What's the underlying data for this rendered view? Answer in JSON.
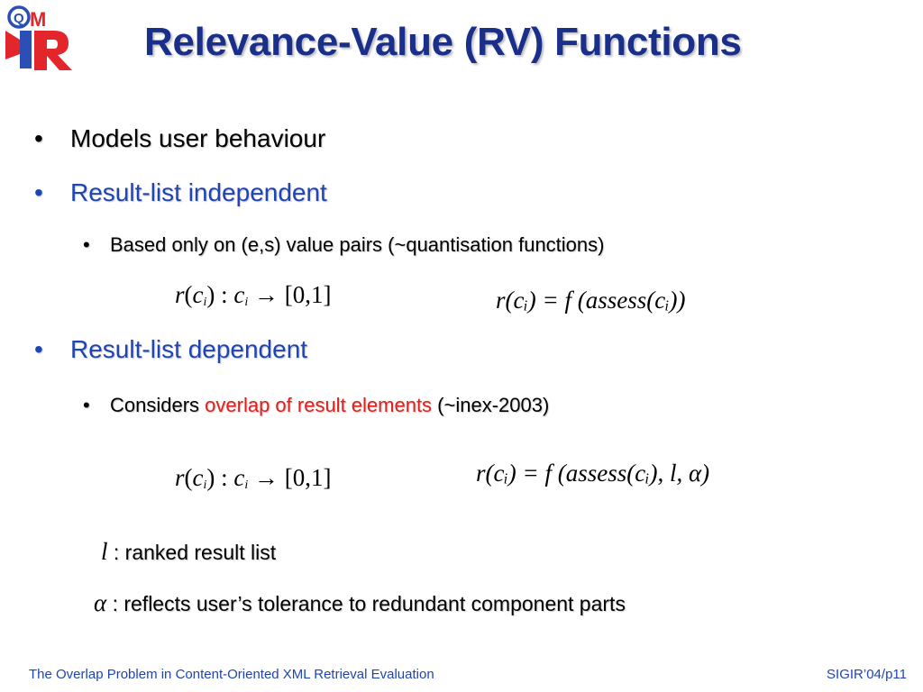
{
  "logo": {
    "icon": "qmir-logo",
    "letters": "QM IR",
    "colors": {
      "red": "#e3262b",
      "blue": "#2b4fb5"
    }
  },
  "title": "Relevance-Value (RV) Functions",
  "bullets": {
    "b1": {
      "marker": "•",
      "text": "Models user behaviour"
    },
    "b2": {
      "marker": "•",
      "text": "Result-list independent"
    },
    "b2_sub": {
      "marker": "•",
      "text": "Based only on (e,s) value pairs (~quantisation functions)"
    },
    "b3": {
      "marker": "•",
      "text": "Result-list dependent"
    },
    "b3_sub": {
      "marker": "•",
      "text_before": "Considers ",
      "highlight": "overlap of result elements",
      "text_after": " (~inex-2003)"
    }
  },
  "formulas": {
    "f1": {
      "lhs": "r",
      "arg": "c",
      "sub": "i",
      "map": ") : ",
      "range": " → [0,1]"
    },
    "f2": {
      "text": "r(cᵢ) = f (assess(cᵢ))"
    },
    "f3": {
      "lhs": "r",
      "arg": "c",
      "sub": "i",
      "map": ") : ",
      "range": " → [0,1]"
    },
    "f4": {
      "text": "r(cᵢ) = f (assess(cᵢ), l, α)"
    }
  },
  "legend": {
    "l": {
      "symbol": "l",
      "text": " : ranked result list"
    },
    "alpha": {
      "symbol": "α",
      "text": " : reflects user’s tolerance to redundant component parts"
    }
  },
  "footer": {
    "left": "The Overlap Problem in Content-Oriented XML Retrieval Evaluation",
    "right": "SIGIR’04/p11"
  },
  "colors": {
    "title": "#1a2f8a",
    "accent_blue": "#1f45b5",
    "highlight_red": "#e0201c",
    "text": "#000000"
  }
}
